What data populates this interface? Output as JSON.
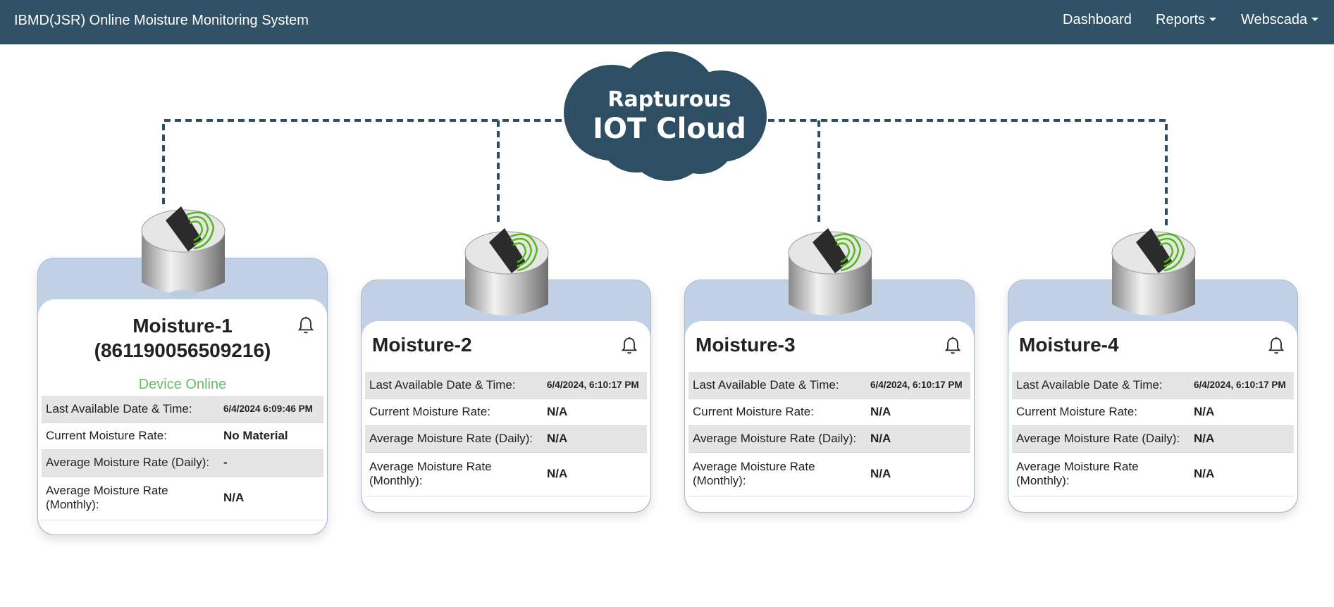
{
  "app": {
    "title": "IBMD(JSR) Online Moisture Monitoring System"
  },
  "nav": {
    "dashboard": "Dashboard",
    "reports": "Reports",
    "webscada": "Webscada"
  },
  "cloud": {
    "line1": "Rapturous",
    "line2": "IOT Cloud"
  },
  "labels": {
    "last_time": "Last Available Date & Time:",
    "current_rate": "Current Moisture Rate:",
    "avg_daily": "Average Moisture Rate (Daily):",
    "avg_monthly_1": "Average Moisture Rate",
    "avg_monthly_2": "(Monthly):"
  },
  "devices": [
    {
      "title_line1": "Moisture-1",
      "title_line2": "(861190056509216)",
      "status": "Device Online",
      "last_time": "6/4/2024 6:09:46 PM",
      "current_rate": "No Material",
      "avg_daily": "-",
      "avg_monthly": "N/A"
    },
    {
      "title_line1": "Moisture-2",
      "last_time": "6/4/2024, 6:10:17 PM",
      "current_rate": "N/A",
      "avg_daily": "N/A",
      "avg_monthly": "N/A"
    },
    {
      "title_line1": "Moisture-3",
      "last_time": "6/4/2024, 6:10:17 PM",
      "current_rate": "N/A",
      "avg_daily": "N/A",
      "avg_monthly": "N/A"
    },
    {
      "title_line1": "Moisture-4",
      "last_time": "6/4/2024, 6:10:17 PM",
      "current_rate": "N/A",
      "avg_daily": "N/A",
      "avg_monthly": "N/A"
    }
  ],
  "colors": {
    "navbar": "#305166",
    "cloud": "#2e4e63",
    "card_header": "#c3d1e7",
    "online_green": "#66bb6a"
  },
  "icons": {
    "bell": "bell-icon",
    "sensor": "moisture-sensor-image",
    "caret": "caret-down-icon"
  }
}
